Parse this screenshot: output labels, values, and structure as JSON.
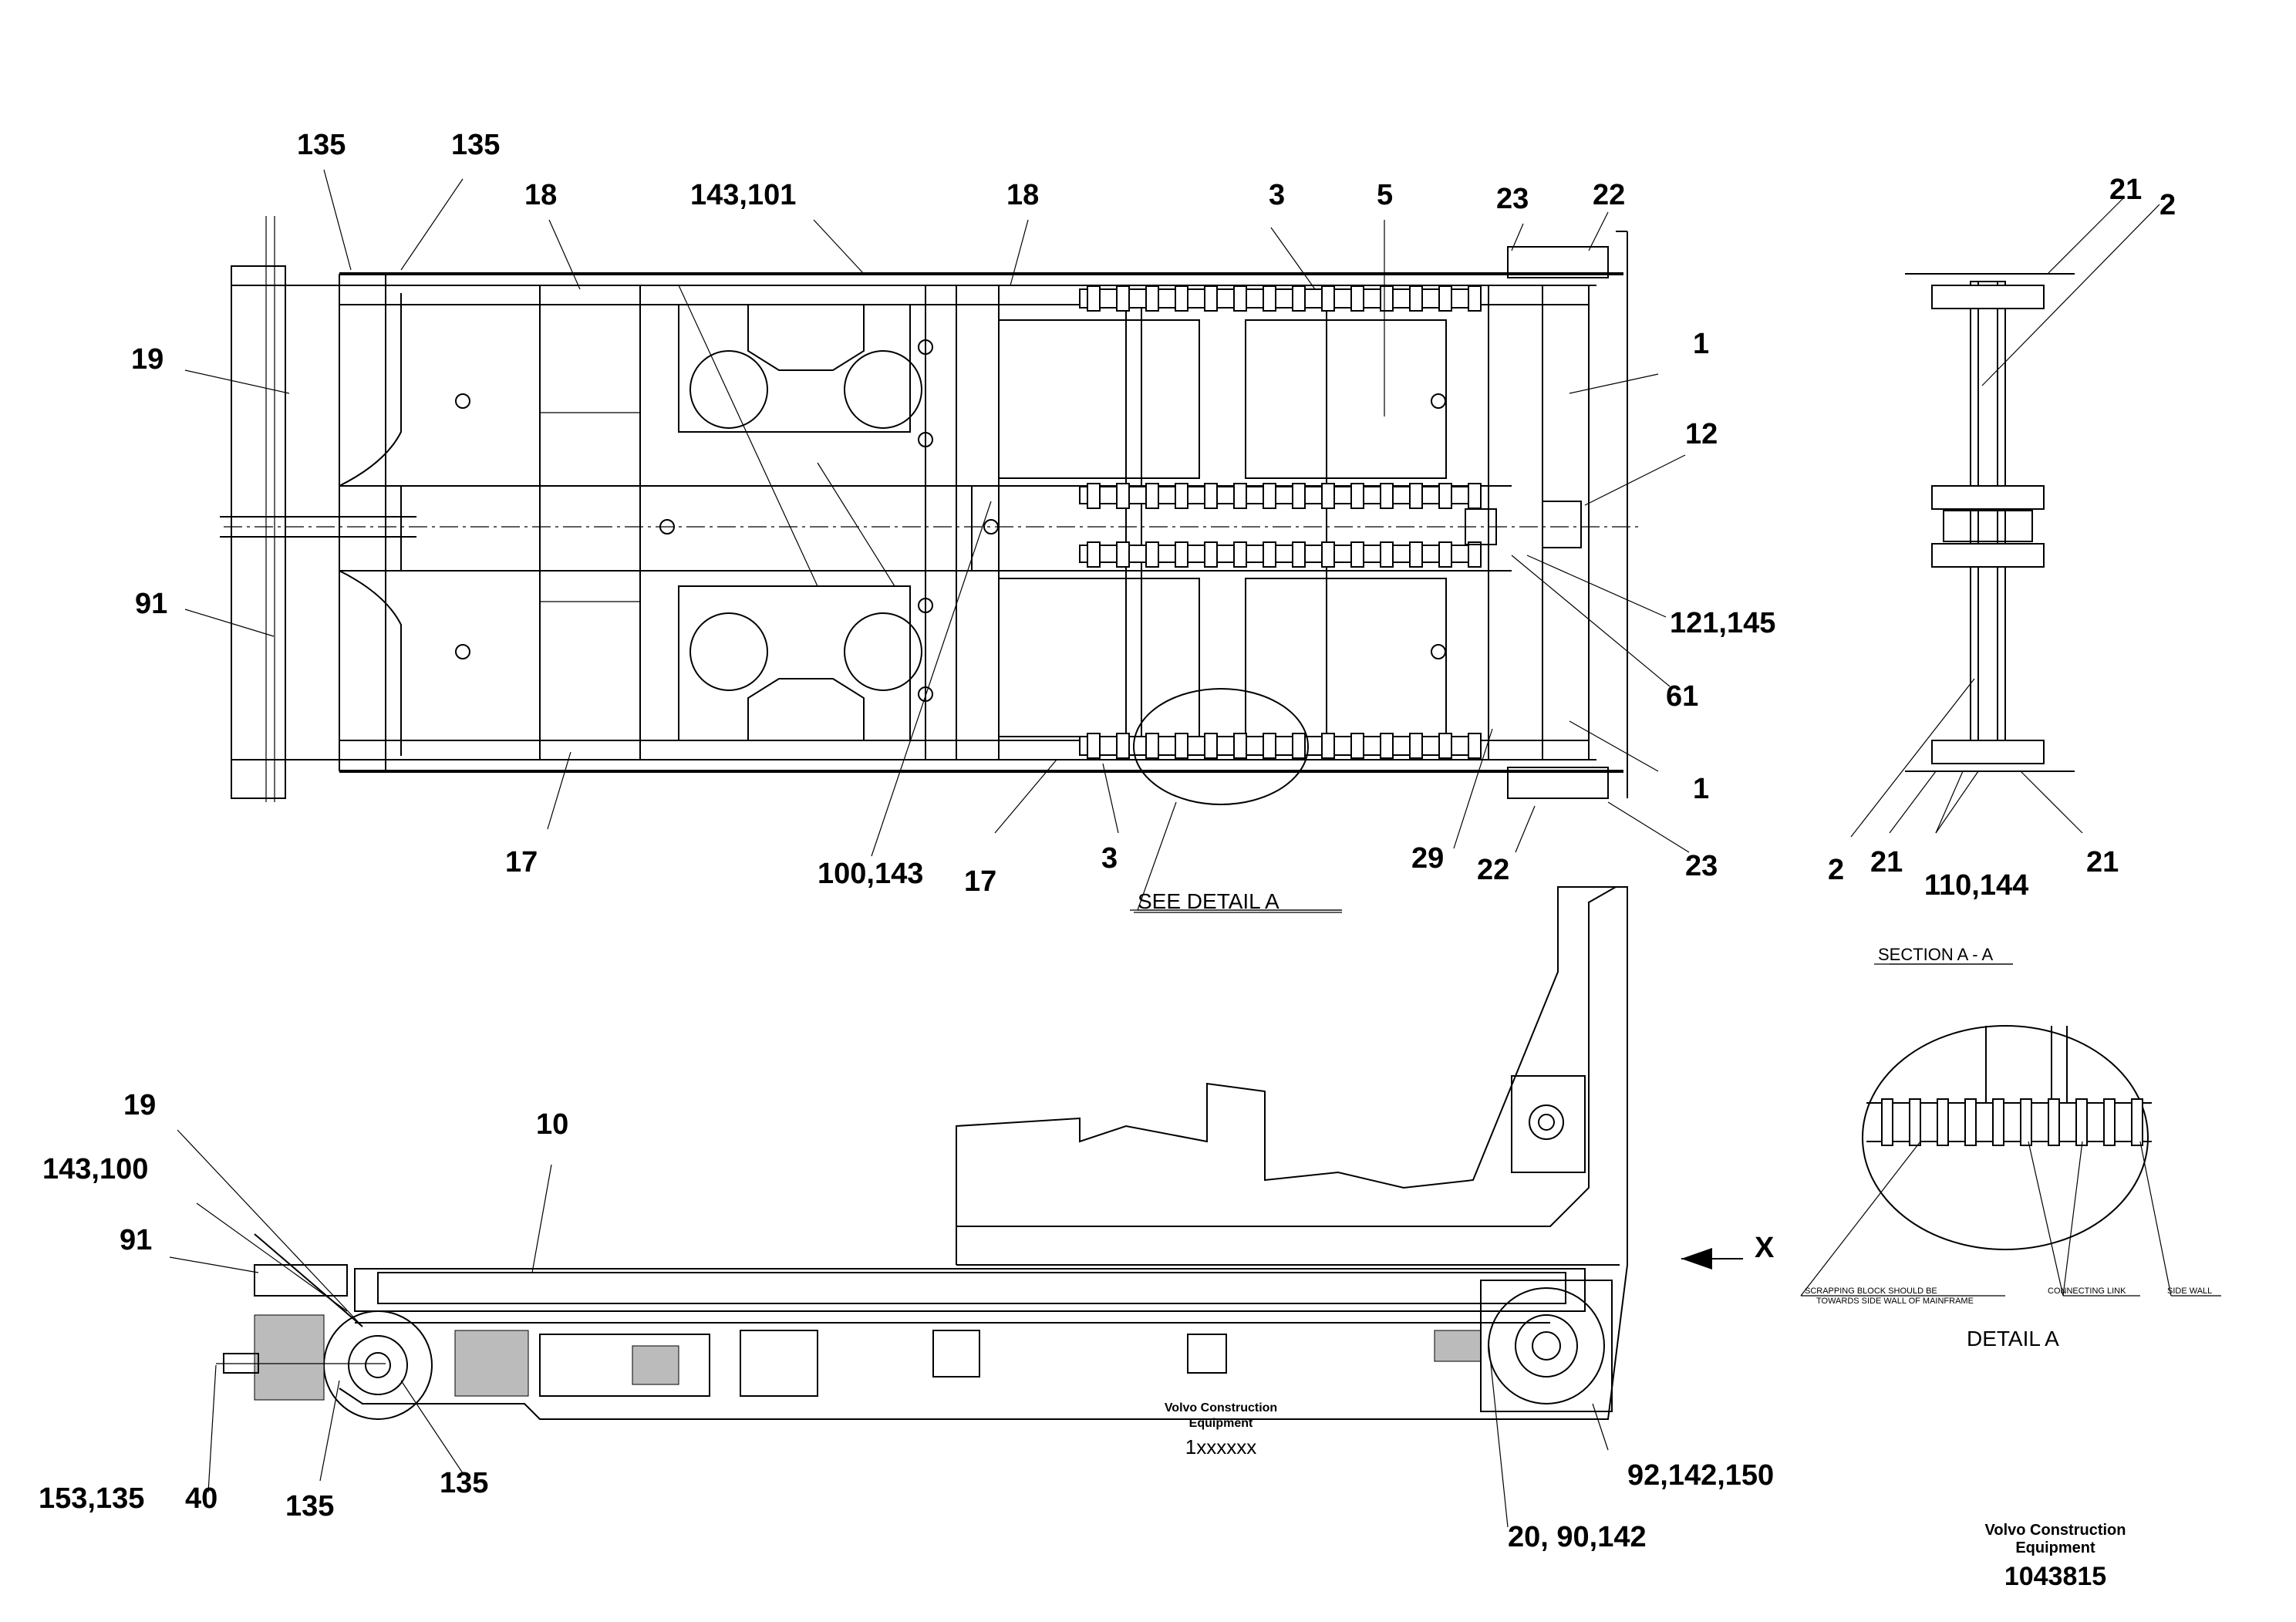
{
  "top_view_callouts": [
    "135",
    "135",
    "18",
    "143,101",
    "18",
    "3",
    "5",
    "23",
    "22",
    "19",
    "1",
    "12",
    "91",
    "121,145",
    "61",
    "1",
    "17",
    "100,143",
    "17",
    "3",
    "29",
    "22",
    "23"
  ],
  "see_detail_label": "SEE DETAIL A",
  "section_view_callouts": [
    "21",
    "2",
    "2",
    "21",
    "110,144",
    "21"
  ],
  "section_title": "SECTION A - A",
  "side_view_callouts": [
    "19",
    "10",
    "143,100",
    "91",
    "153,135",
    "40",
    "135",
    "135",
    "92,142,150",
    "20, 90,142"
  ],
  "view_arrow_label": "X",
  "detail_notes": {
    "scrapping_line1": "SCRAPPING BLOCK SHOULD BE",
    "scrapping_line2": "TOWARDS SIDE WALL OF MAINFRAME",
    "connecting_link": "CONNECTING LINK",
    "side_wall": "SIDE WALL"
  },
  "detail_title": "DETAIL A",
  "inner_caption": {
    "company_line1": "Volvo Construction",
    "company_line2": "Equipment",
    "number": "1xxxxxx"
  },
  "footer_caption": {
    "company_line1": "Volvo Construction",
    "company_line2": "Equipment",
    "number": "1043815"
  }
}
